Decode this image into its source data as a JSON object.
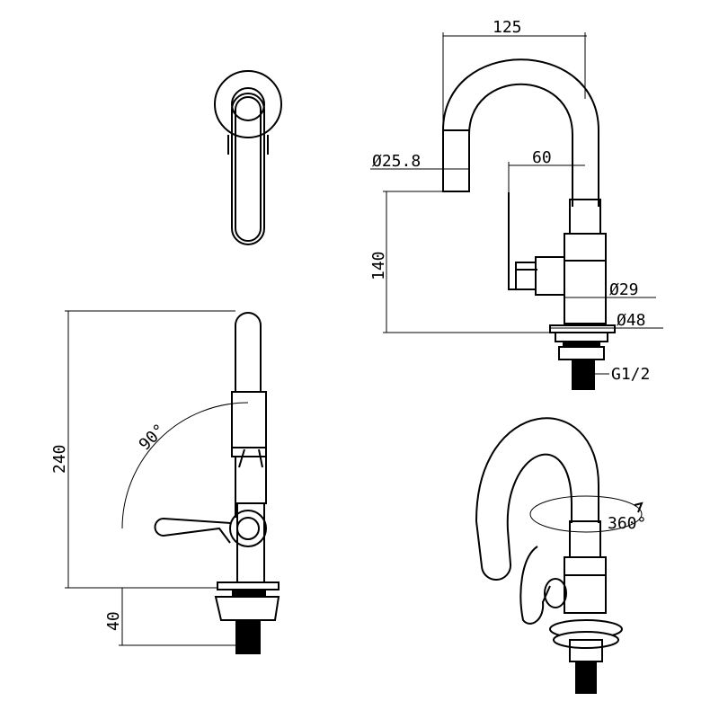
{
  "dimensions": {
    "width_125": "125",
    "width_60": "60",
    "dia_25_8": "Ø25.8",
    "height_140": "140",
    "dia_29": "Ø29",
    "dia_48": "Ø48",
    "thread_g12": "G1/2",
    "height_240": "240",
    "height_40": "40",
    "angle_90": "90°",
    "rotation_360": "360°"
  }
}
